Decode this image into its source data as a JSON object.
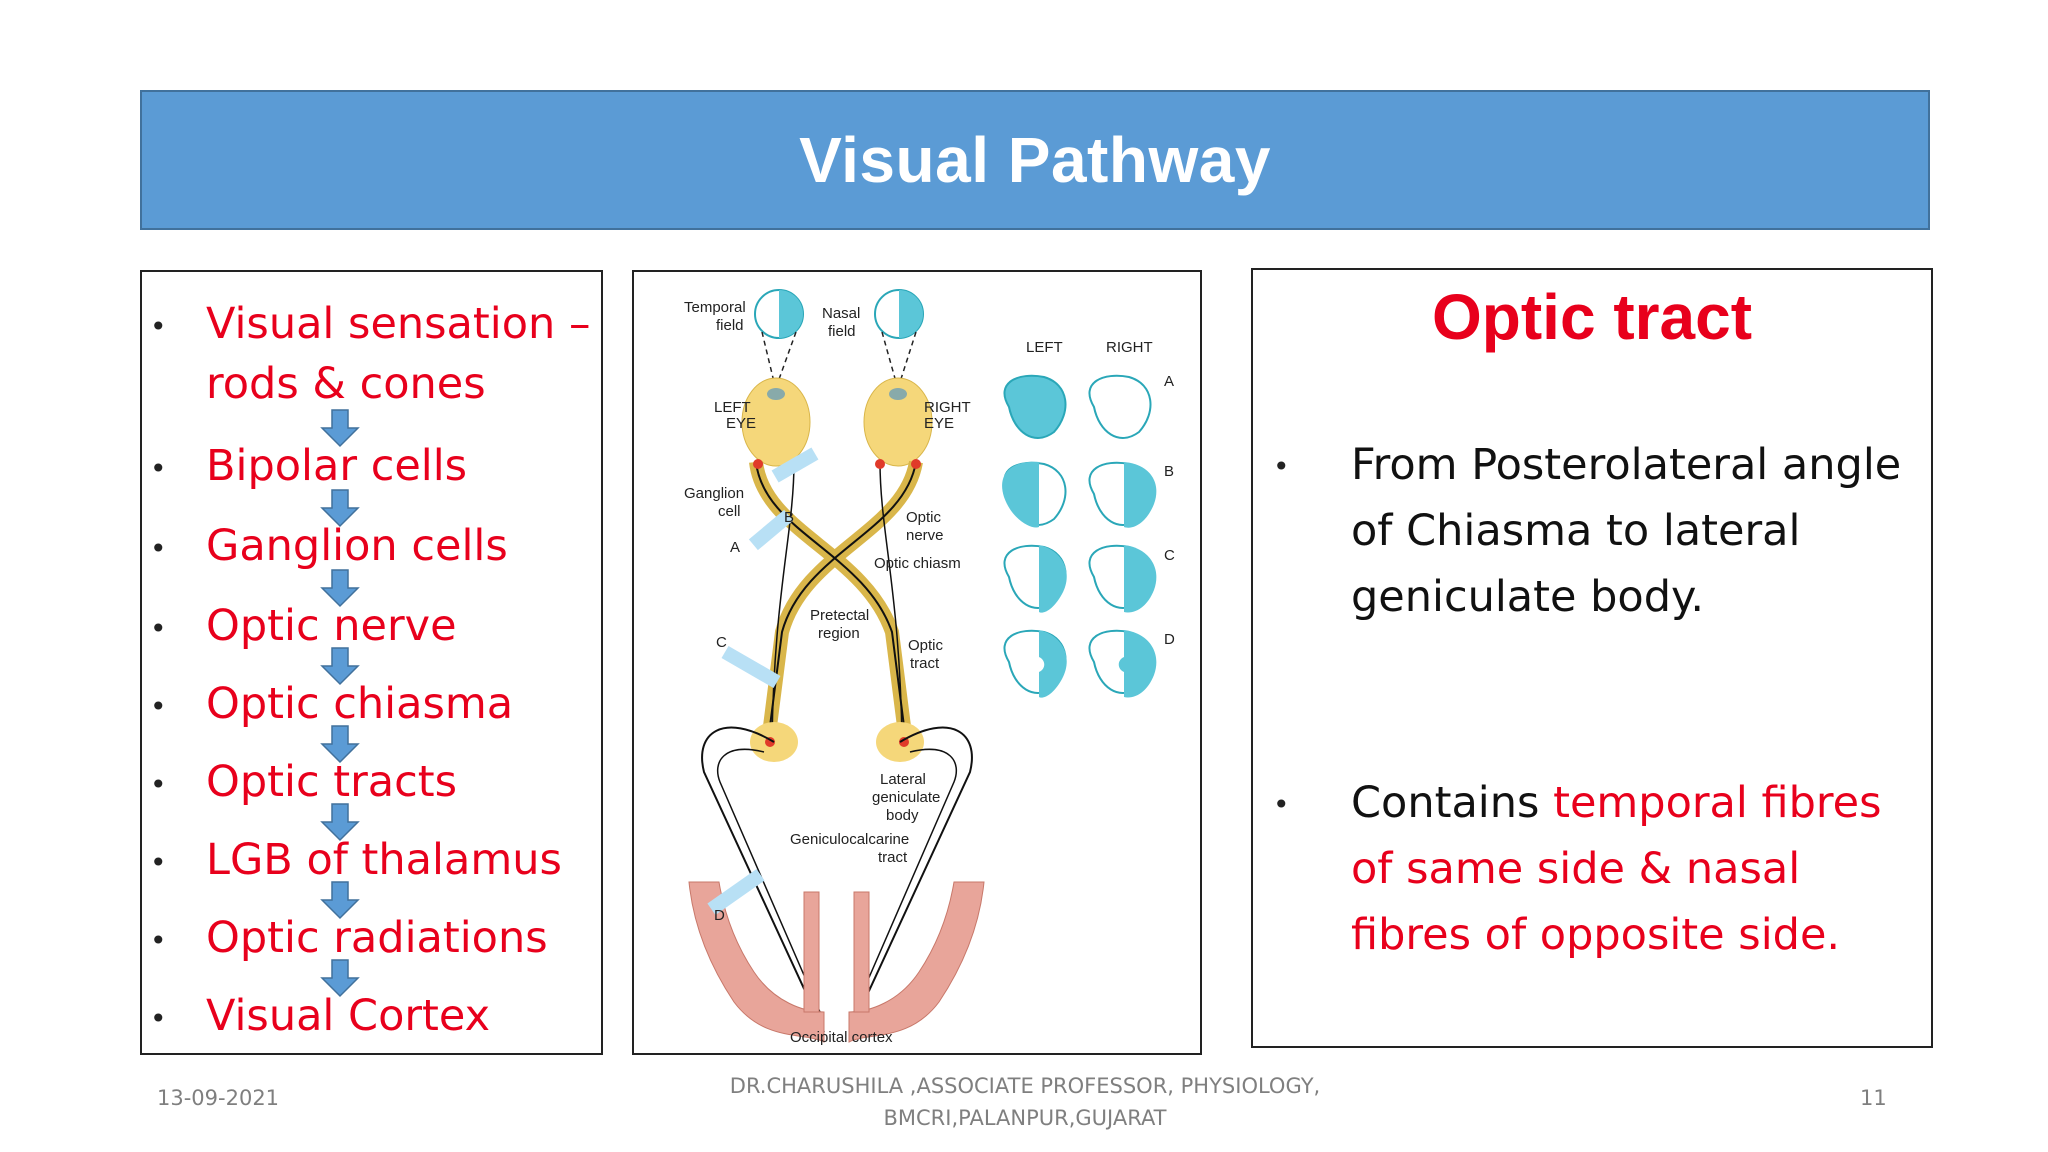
{
  "title": "Visual Pathway",
  "flow": {
    "items": [
      {
        "line1": "Visual sensation –",
        "line2": "rods & cones"
      },
      {
        "line1": "Bipolar cells"
      },
      {
        "line1": "Ganglion cells"
      },
      {
        "line1": "Optic nerve"
      },
      {
        "line1": "Optic chiasma"
      },
      {
        "line1": "Optic tracts"
      },
      {
        "line1": "LGB of thalamus"
      },
      {
        "line1": "Optic radiations"
      },
      {
        "line1": "Visual Cortex"
      }
    ],
    "bullet": "•",
    "arrow_icon": "down-arrow-icon",
    "arrow_color": "#5b9bd5"
  },
  "diagram": {
    "labels": {
      "temporal_field": [
        "Temporal",
        "field"
      ],
      "nasal_field": [
        "Nasal",
        "field"
      ],
      "left_eye": [
        "LEFT",
        "EYE"
      ],
      "right_eye": [
        "RIGHT",
        "EYE"
      ],
      "ganglion_cell": [
        "Ganglion",
        "cell"
      ],
      "optic_nerve": [
        "Optic",
        "nerve"
      ],
      "optic_chiasm": "Optic chiasm",
      "pretectal_region": [
        "Pretectal",
        "region"
      ],
      "optic_tract": [
        "Optic",
        "tract"
      ],
      "lateral_geniculate_body": [
        "Lateral",
        "geniculate",
        "body"
      ],
      "geniculocalcarine_tract": [
        "Geniculocalcarine",
        "tract"
      ],
      "occipital_cortex": "Occipital cortex",
      "left": "LEFT",
      "right": "RIGHT",
      "lesions": [
        "A",
        "B",
        "C",
        "D"
      ]
    },
    "colors": {
      "field": "#5bc6d8",
      "eye": "#f5d77a",
      "cortex": "#e8a59a",
      "lesion": "#b8e0f5",
      "nucleus": "#e03a2a"
    }
  },
  "right_panel": {
    "heading": "Optic tract",
    "bullet": "•",
    "para1": "From Posterolateral angle of Chiasma to lateral geniculate body.",
    "para2_black": "Contains",
    "para2_red": "temporal fibres of same side & nasal fibres of opposite side."
  },
  "footer": {
    "date": "13-09-2021",
    "author_line1": "DR.CHARUSHILA ,ASSOCIATE PROFESSOR, PHYSIOLOGY,",
    "author_line2": "BMCRI,PALANPUR,GUJARAT",
    "page": "11"
  }
}
